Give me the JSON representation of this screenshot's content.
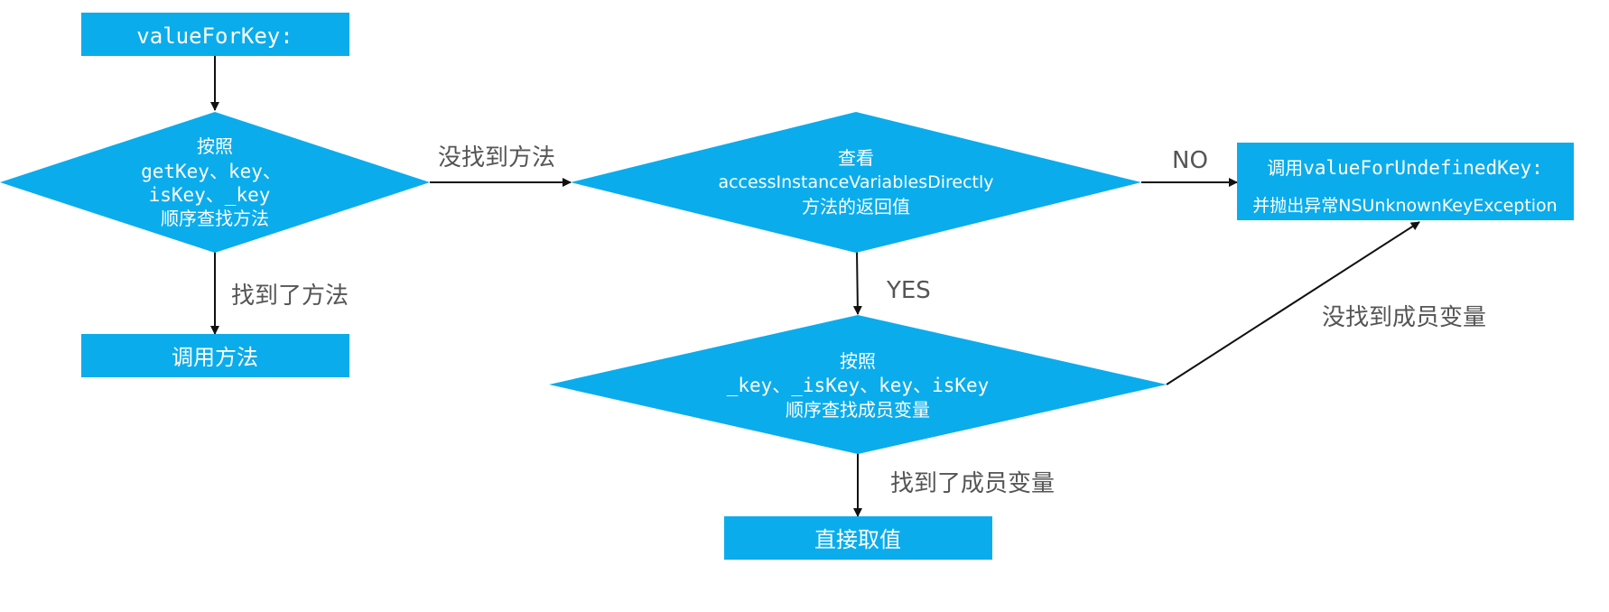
{
  "nodes": {
    "start": {
      "label": "valueForKey:"
    },
    "method_lookup": {
      "line1": "按照",
      "line2": "getKey、key、",
      "line3": "isKey、_key",
      "line4": "顺序查找方法"
    },
    "call_method": {
      "label": "调用方法"
    },
    "check_access": {
      "line1": "查看",
      "line2": "accessInstanceVariablesDirectly",
      "line3": "方法的返回值"
    },
    "undefined_key": {
      "line1_prefix": "调用",
      "line1_code": "valueForUndefinedKey:",
      "line2": "并抛出异常NSUnknownKeyException"
    },
    "ivar_lookup": {
      "line1": "按照",
      "line2": "_key、_isKey、key、isKey",
      "line3": "顺序查找成员变量"
    },
    "get_value": {
      "label": "直接取值"
    }
  },
  "edges": {
    "method_not_found": "没找到方法",
    "method_found": "找到了方法",
    "no": "NO",
    "yes": "YES",
    "ivar_not_found": "没找到成员变量",
    "ivar_found": "找到了成员变量"
  },
  "colors": {
    "node_fill": "#0bacec",
    "edge": "#111111",
    "edge_label": "#555555"
  }
}
